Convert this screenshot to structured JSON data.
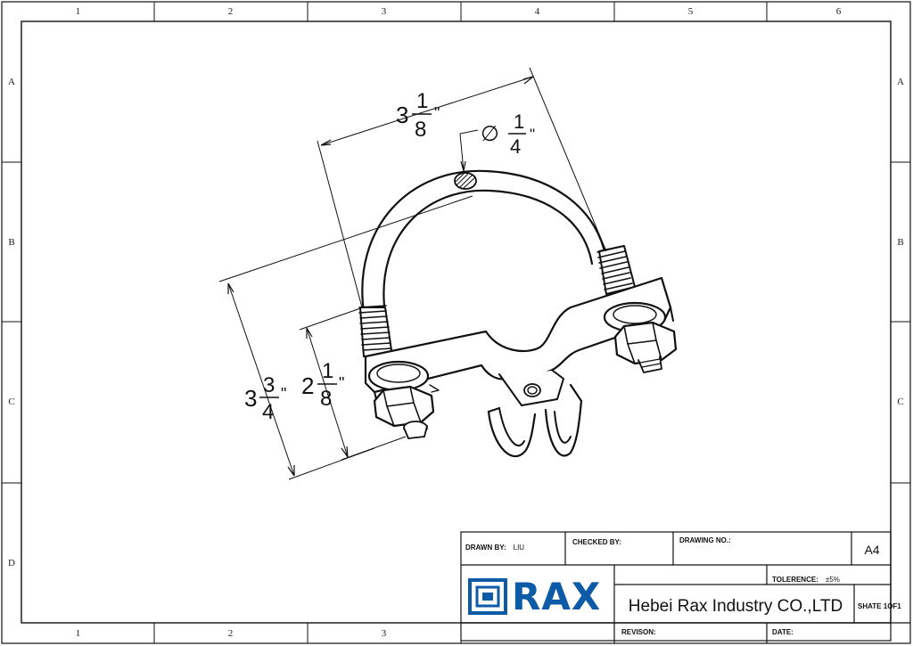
{
  "zones": {
    "columns": [
      "1",
      "2",
      "3",
      "4",
      "5",
      "6"
    ],
    "bottom_columns": [
      "1",
      "2",
      "3"
    ],
    "rows": [
      "A",
      "B",
      "C",
      "D"
    ]
  },
  "dimensions": {
    "width_whole": "3",
    "width_num": "1",
    "width_den": "8",
    "width_unit": "\"",
    "dia_symbol": "∅",
    "dia_num": "1",
    "dia_den": "4",
    "dia_unit": "\"",
    "height_whole": "3",
    "height_num": "3",
    "height_den": "4",
    "height_unit": "\"",
    "inner_whole": "2",
    "inner_num": "1",
    "inner_den": "8",
    "inner_unit": "\""
  },
  "title_block": {
    "drawn_by_label": "DRAWN BY:",
    "drawn_by_value": "LIU",
    "checked_by_label": "CHECKED BY:",
    "drawing_no_label": "DRAWING NO.:",
    "sheet_size": "A4",
    "tolerance_label": "TOLERENCE:",
    "tolerance_value": "±5%",
    "logo_text": "RAX",
    "company": "Hebei Rax Industry CO.,LTD",
    "sheet_label": "SHATE 1OF1",
    "revision_label": "REVISON:",
    "date_label": "DATE:"
  },
  "colors": {
    "logo_blue": "#0d5aa7",
    "line": "#111111"
  }
}
